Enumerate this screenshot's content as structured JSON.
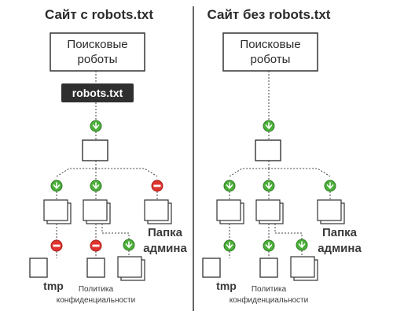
{
  "left": {
    "title": "Сайт с robots.txt",
    "robots_box": [
      "Поисковые",
      "роботы"
    ],
    "robots_file": "robots.txt",
    "admin_label": [
      "Папка",
      "админа"
    ],
    "tmp_label": "tmp",
    "privacy_label": [
      "Политика",
      "конфиденциальности"
    ]
  },
  "right": {
    "title": "Сайт без robots.txt",
    "robots_box": [
      "Поисковые",
      "роботы"
    ],
    "admin_label": [
      "Папка",
      "админа"
    ],
    "tmp_label": "tmp",
    "privacy_label": [
      "Политика",
      "конфиденциальности"
    ]
  },
  "colors": {
    "allowed": "#4caf3a",
    "blocked": "#e0342e",
    "robots_file_bg": "#2f2f2f",
    "divider": "#333333"
  },
  "icons": {
    "allowed": "green-down-arrow-icon",
    "blocked": "red-no-entry-icon"
  }
}
